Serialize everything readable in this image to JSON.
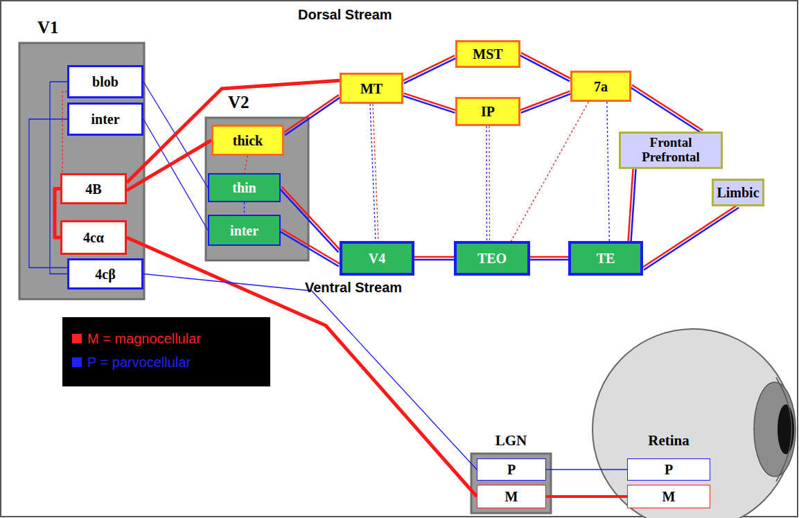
{
  "diagram": {
    "nodes": [
      {
        "text": [
          "V1"
        ]
      },
      {
        "text": [
          "blob"
        ],
        "in": 0
      },
      {
        "text": [
          "inter"
        ],
        "in": 0
      },
      {
        "text": [
          "4B"
        ],
        "in": 0
      },
      {
        "text": [
          "4cα"
        ],
        "in": 0
      },
      {
        "text": [
          "4cβ"
        ],
        "in": 0
      },
      {
        "text": [
          "V2"
        ]
      },
      {
        "text": [
          "thick"
        ],
        "in": 6
      },
      {
        "text": [
          "thin"
        ],
        "in": 6
      },
      {
        "text": [
          "inter"
        ],
        "in": 6
      },
      {
        "text": [
          "MT"
        ]
      },
      {
        "text": [
          "MST"
        ]
      },
      {
        "text": [
          "IP"
        ]
      },
      {
        "text": [
          "7a"
        ]
      },
      {
        "text": [
          "Frontal Prefrontal"
        ]
      },
      {
        "text": [
          "Limbic"
        ]
      },
      {
        "text": [
          "V4"
        ]
      },
      {
        "text": [
          "TEO"
        ]
      },
      {
        "text": [
          "TE"
        ]
      },
      {
        "text": [
          "LGN"
        ]
      },
      {
        "text": [
          "P"
        ],
        "in": 19
      },
      {
        "text": [
          "M"
        ],
        "in": 19
      },
      {
        "text": [
          "Retina"
        ]
      },
      {
        "text": [
          "P"
        ],
        "in": 22
      },
      {
        "text": [
          "M"
        ],
        "in": 22
      }
    ],
    "edges": [
      {
        "from": 24,
        "to": 21,
        "arrow": "none"
      },
      {
        "from": 23,
        "to": 20,
        "arrow": "none"
      },
      {
        "from": 21,
        "to": 4,
        "arrow": "none"
      },
      {
        "from": 20,
        "to": 5,
        "arrow": "none"
      },
      {
        "from": 4,
        "to": 3,
        "arrow": "none"
      },
      {
        "from": 5,
        "to": 1,
        "arrow": "none"
      },
      {
        "from": 5,
        "to": 2,
        "arrow": "none"
      },
      {
        "from": 1,
        "to": 8,
        "arrow": "none"
      },
      {
        "from": 2,
        "to": 9,
        "arrow": "none"
      },
      {
        "from": 3,
        "to": 10,
        "arrow": "none"
      },
      {
        "from": 3,
        "to": 7,
        "arrow": "none"
      },
      {
        "from": 7,
        "to": 10,
        "arrow": "none"
      },
      {
        "from": 8,
        "to": 16,
        "arrow": "none"
      },
      {
        "from": 9,
        "to": 16,
        "arrow": "none"
      },
      {
        "from": 10,
        "to": 11,
        "arrow": "none"
      },
      {
        "from": 10,
        "to": 12,
        "arrow": "none"
      },
      {
        "from": 11,
        "to": 13,
        "arrow": "none"
      },
      {
        "from": 12,
        "to": 13,
        "arrow": "none"
      },
      {
        "from": 13,
        "to": 14,
        "arrow": "none"
      },
      {
        "from": 16,
        "to": 17,
        "arrow": "none"
      },
      {
        "from": 17,
        "to": 18,
        "arrow": "none"
      },
      {
        "from": 18,
        "to": 14,
        "arrow": "none"
      },
      {
        "from": 18,
        "to": 15,
        "arrow": "none"
      },
      {
        "from": 10,
        "to": 16,
        "arrow": "none"
      },
      {
        "from": 12,
        "to": 17,
        "arrow": "none"
      },
      {
        "from": 13,
        "to": 17,
        "arrow": "none"
      },
      {
        "from": 13,
        "to": 18,
        "arrow": "none"
      },
      {
        "from": 7,
        "to": 8,
        "arrow": "none"
      },
      {
        "from": 8,
        "to": 9,
        "arrow": "none"
      },
      {
        "from": 1,
        "to": 3,
        "arrow": "none"
      }
    ],
    "labels": [
      "Dorsal Stream",
      "Ventral Stream"
    ],
    "legend": [
      {
        "text": "M = magnocellular",
        "color": "#ff2020"
      },
      {
        "text": "P = parvocellular",
        "color": "#2020ff"
      }
    ]
  }
}
